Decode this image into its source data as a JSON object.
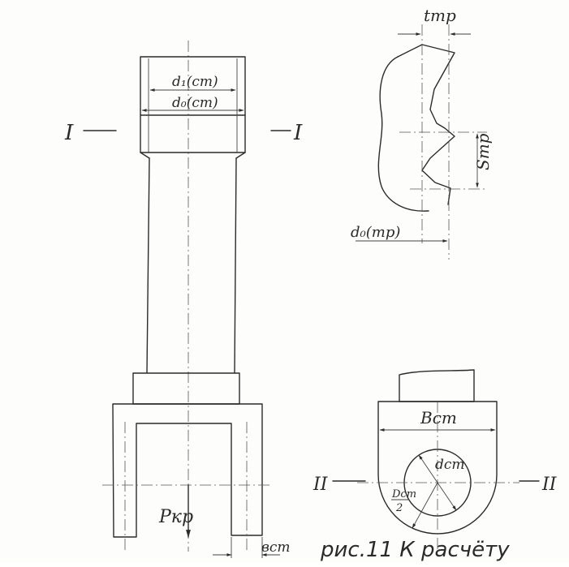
{
  "labels": {
    "section_1_left": "I",
    "section_1_right": "I",
    "d1": "d₁(ст)",
    "d0": "d₀(ст)",
    "t_tr": "tтр",
    "s_tr": "Sтр",
    "d0_tr": "d₀(тр)",
    "p_kr": "Pкр",
    "b_st_bottom": "вст",
    "b_st_top": "Вст",
    "d_st": "dст",
    "d_st_half_num": "Dст",
    "d_st_half_den": "2",
    "section_2_left": "II",
    "section_2_right": "II"
  },
  "caption": "рис.11 К расчёту"
}
